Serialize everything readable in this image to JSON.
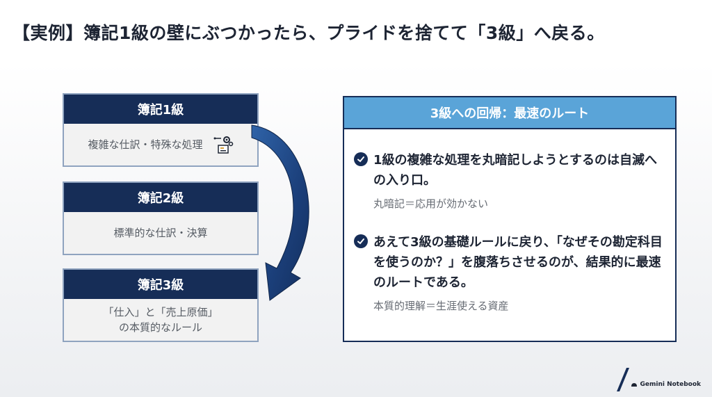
{
  "title": "【実例】簿記1級の壁にぶつかったら、プライドを捨てて「3級」へ戻る。",
  "levels": [
    {
      "head": "簿記1級",
      "body": "複雑な仕訳・特殊な処理",
      "icon": "gears-docs-icon"
    },
    {
      "head": "簿記2級",
      "body": "標準的な仕訳・決算"
    },
    {
      "head": "簿記3級",
      "body_line1": "「仕入」と「売上原価」",
      "body_line2": "の本質的なルール"
    }
  ],
  "arrow": {
    "icon": "curved-arrow-down-icon"
  },
  "panel": {
    "header": "3級への回帰：最速のルート",
    "points": [
      {
        "text": "1級の複雑な処理を丸暗記しようとするのは自滅への入り口。",
        "sub": "丸暗記＝応用が効かない"
      },
      {
        "text": "あえて3級の基礎ルールに戻り、「なぜその勘定科目を使うのか？」を腹落ちさせるのが、結果的に最速のルートである。",
        "sub": "本質的理解＝生涯使える資産"
      }
    ]
  },
  "brand": {
    "name": "Gemini Notebook"
  },
  "colors": {
    "navy": "#162d57",
    "accent": "#5aa4d8",
    "box_bg": "#f2f2f2"
  }
}
